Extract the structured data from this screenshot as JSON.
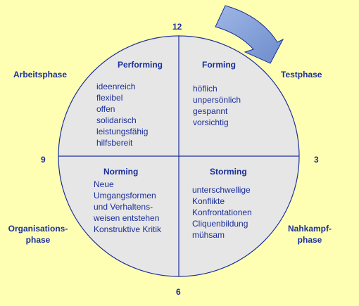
{
  "clock": {
    "n12": "12",
    "n3": "3",
    "n6": "6",
    "n9": "9"
  },
  "phases": {
    "top_left": "Arbeitsphase",
    "top_right": "Testphase",
    "bottom_left": [
      "Organisations-",
      "phase"
    ],
    "bottom_right": [
      "Nahkampf-",
      "phase"
    ]
  },
  "quadrants": {
    "performing": {
      "title": "Performing",
      "items": [
        "ideenreich",
        "flexibel",
        "offen",
        "solidarisch",
        "leistungsfähig",
        "hilfsbereit"
      ]
    },
    "forming": {
      "title": "Forming",
      "items": [
        "höflich",
        "unpersönlich",
        "gespannt",
        "vorsichtig"
      ]
    },
    "norming": {
      "title": "Norming",
      "items": [
        "Neue",
        "Umgangsformen",
        "und Verhaltens-",
        "weisen entstehen",
        "Konstruktive Kritik"
      ]
    },
    "storming": {
      "title": "Storming",
      "items": [
        "unterschwellige",
        "Konflikte",
        "Konfrontationen",
        "Cliquenbildung",
        "mühsam"
      ]
    }
  },
  "colors": {
    "background": "#ffffb4",
    "circle_fill": "#e6e6e6",
    "line": "#1a2f9a",
    "text": "#1a2f9a",
    "arrow": "#7f9bd3"
  }
}
